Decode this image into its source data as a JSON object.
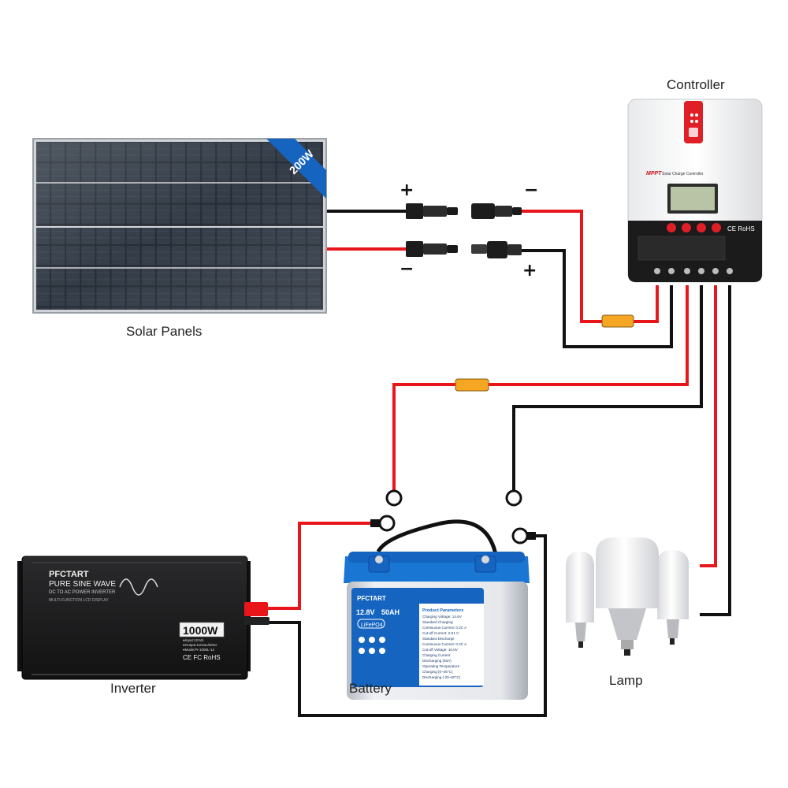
{
  "labels": {
    "solar_panels": "Solar Panels",
    "controller": "Controller",
    "inverter": "Inverter",
    "battery": "Battery",
    "lamp": "Lamp"
  },
  "solar_panel": {
    "badge": "200W"
  },
  "connectors": {
    "plus": "+",
    "minus": "−"
  },
  "controller": {
    "model_text": "MPPT",
    "subtitle": "Solar Charge Controller",
    "cert": "CE RoHS"
  },
  "inverter": {
    "brand": "PFCTART",
    "title": "PURE SINE WAVE",
    "subtitle": "DC TO AC POWER INVERTER",
    "line3": "MULTI-FUNCTION LCD DISPLAY",
    "power": "1000W",
    "spec1": "●Input:12Vdc",
    "spec2": "●Output:110vac/60Hz",
    "spec3": "●Mode:PI-1000L-12",
    "cert": "CE FC RoHS"
  },
  "battery": {
    "brand": "PFCTART",
    "voltage": "12.8V",
    "capacity": "50AH",
    "chemistry": "LiFePO4",
    "params_title": "Product Parameters",
    "params": [
      "Charging Voltage: 14.6V",
      "Standard Charging",
      "Continuous Current: 0.2C A",
      "Cut-off Current: 0.01 C",
      "Standard Discharge",
      "Continuous Current: 0.2C A",
      "Cut-off Voltage: 10.0V",
      "Charging Current",
      "Discharging (50A)",
      "Operating Temperature",
      "Charging (0~45°C)",
      "Discharging (-20~60°C)"
    ]
  },
  "colors": {
    "red_wire": "#e8161b",
    "black_wire": "#111111",
    "fuse": "#f5a623",
    "battery_blue": "#1565c0",
    "controller_red": "#e01e26"
  }
}
